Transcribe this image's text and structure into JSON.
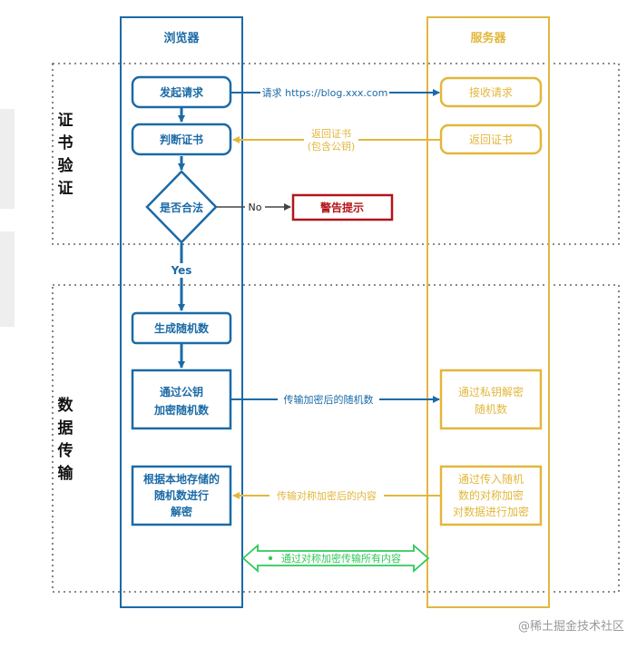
{
  "colors": {
    "browser": "#1b6aa6",
    "server": "#e2b73c",
    "alert": "#b3141a",
    "green": "#2fc95a",
    "dotted": "#666666"
  },
  "columns": {
    "browser": "浏览器",
    "server": "服务器"
  },
  "sections": {
    "cert": [
      "证",
      "书",
      "验",
      "证"
    ],
    "data": [
      "数",
      "据",
      "传",
      "输"
    ]
  },
  "browser_boxes": {
    "send_request": "发起请求",
    "verify_cert": "判断证书",
    "is_valid": "是否合法",
    "gen_random": "生成随机数",
    "encrypt": [
      "通过公钥",
      "加密随机数"
    ],
    "decrypt": [
      "根据本地存储的",
      "随机数进行",
      "解密"
    ]
  },
  "server_boxes": {
    "receive": "接收请求",
    "return_cert": "返回证书",
    "decrypt_private": [
      "通过私钥解密",
      "随机数"
    ],
    "symmetric": [
      "通过传入随机",
      "数的对称加密",
      "对数据进行加密"
    ]
  },
  "alert_box": "警告提示",
  "arrows": {
    "request": "请求 https://blog.xxx.com",
    "return_cert": [
      "返回证书",
      "(包含公钥)"
    ],
    "no": "No",
    "yes": "Yes",
    "send_encrypted": "传输加密后的随机数",
    "send_symmetric": "传输对称加密后的内容",
    "all_symmetric": "通过对称加密传输所有内容"
  },
  "watermark": "@稀土掘金技术社区"
}
